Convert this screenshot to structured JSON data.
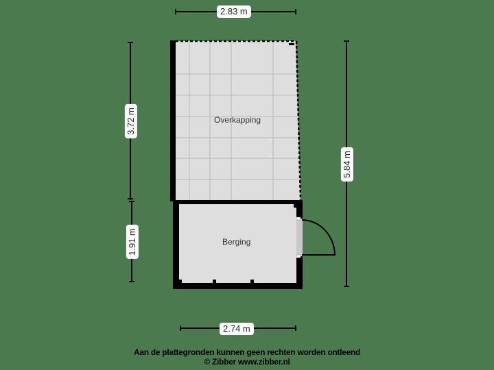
{
  "colors": {
    "background": "#4b7a4e",
    "floor": "#dedede",
    "wall": "#000000",
    "grid": "#b5b5b5",
    "label_bg": "#ffffff"
  },
  "dimensions": {
    "top_width": "2.83 m",
    "bottom_width": "2.74 m",
    "left_upper_height": "3.72 m",
    "left_lower_height": "1.91 m",
    "right_total_height": "5.84 m"
  },
  "rooms": [
    {
      "name": "Overkapping",
      "type": "covered-area"
    },
    {
      "name": "Berging",
      "type": "storage"
    }
  ],
  "footer": {
    "disclaimer": "Aan de plattegronden kunnen geen rechten worden ontleend",
    "copyright": "© Zibber www.zibber.nl"
  }
}
